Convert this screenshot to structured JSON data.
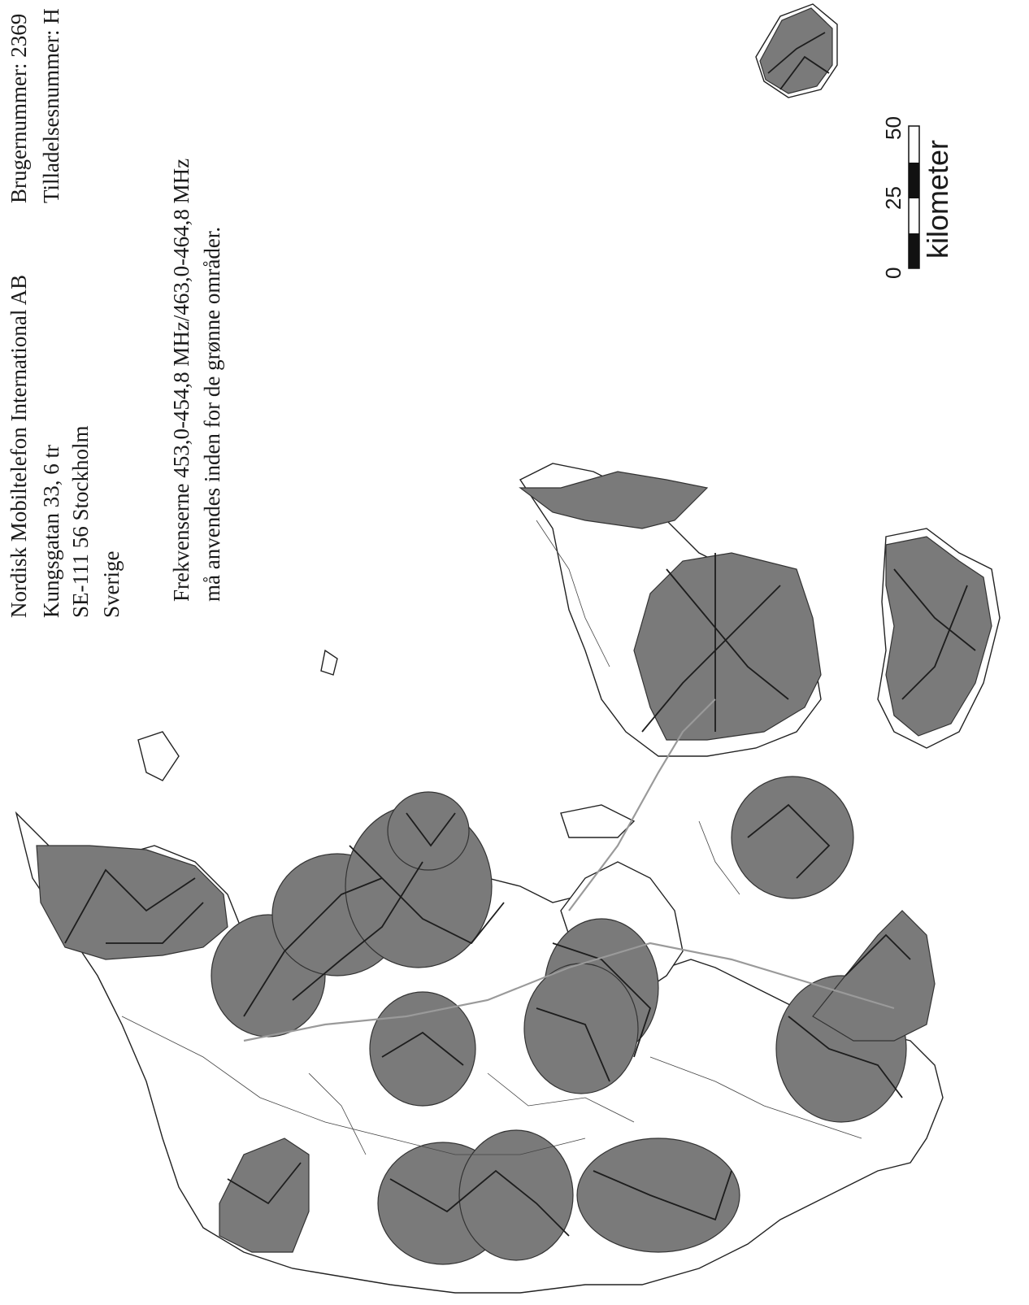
{
  "operator": {
    "line1": "Nordisk Mobiltelefon International AB",
    "line2": "Kungsgatan 33, 6 tr",
    "line3": "SE-111 56 Stockholm",
    "line4": "Sverige"
  },
  "license": {
    "user_number": "Brugernummer: 2369",
    "permit_number": "Tilladelsesnummer: H"
  },
  "frequency_note": {
    "line1": "Frekvenserne 453,0-454,8  MHz/463,0-464,8 MHz",
    "line2": "må anvendes inden for de grønne områder."
  },
  "scale_bar": {
    "ticks": [
      "0",
      "25",
      "50"
    ],
    "unit": "kilometer"
  },
  "colors": {
    "coverage": "#7a7a7a",
    "land": "#ffffff",
    "road": "#1d1d1d"
  }
}
